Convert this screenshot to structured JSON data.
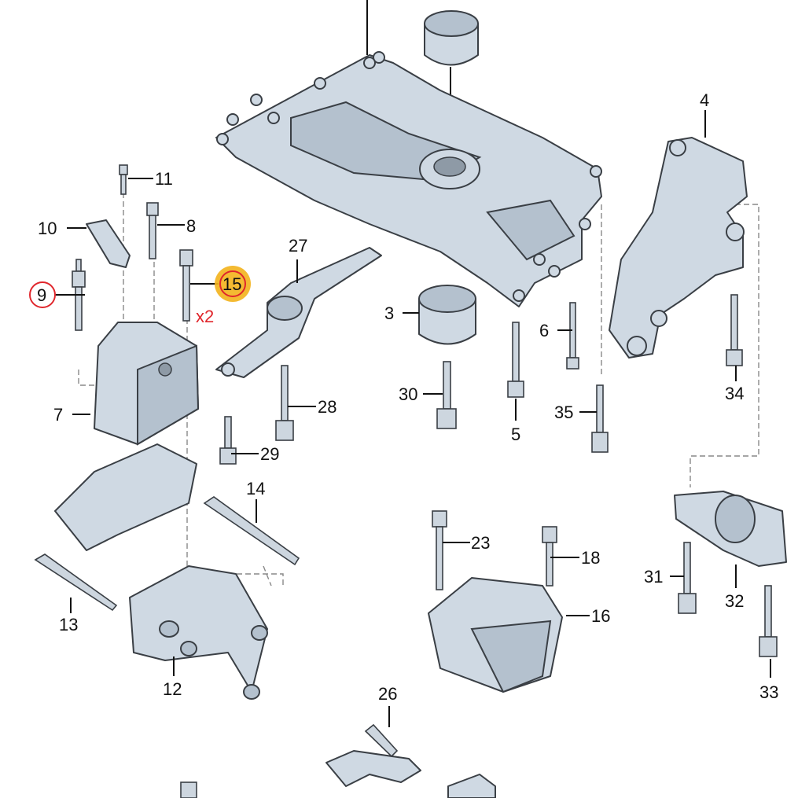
{
  "labels": [
    "11",
    "10",
    "8",
    "9",
    "15",
    "x2",
    "27",
    "3",
    "4",
    "6",
    "7",
    "28",
    "29",
    "30",
    "5",
    "35",
    "34",
    "14",
    "23",
    "18",
    "16",
    "13",
    "12",
    "31",
    "32",
    "33",
    "26"
  ],
  "colors": {
    "part_fill": "#cfd9e3",
    "highlight_red": "#e0262c",
    "highlight_orange": "#f3b21c"
  }
}
